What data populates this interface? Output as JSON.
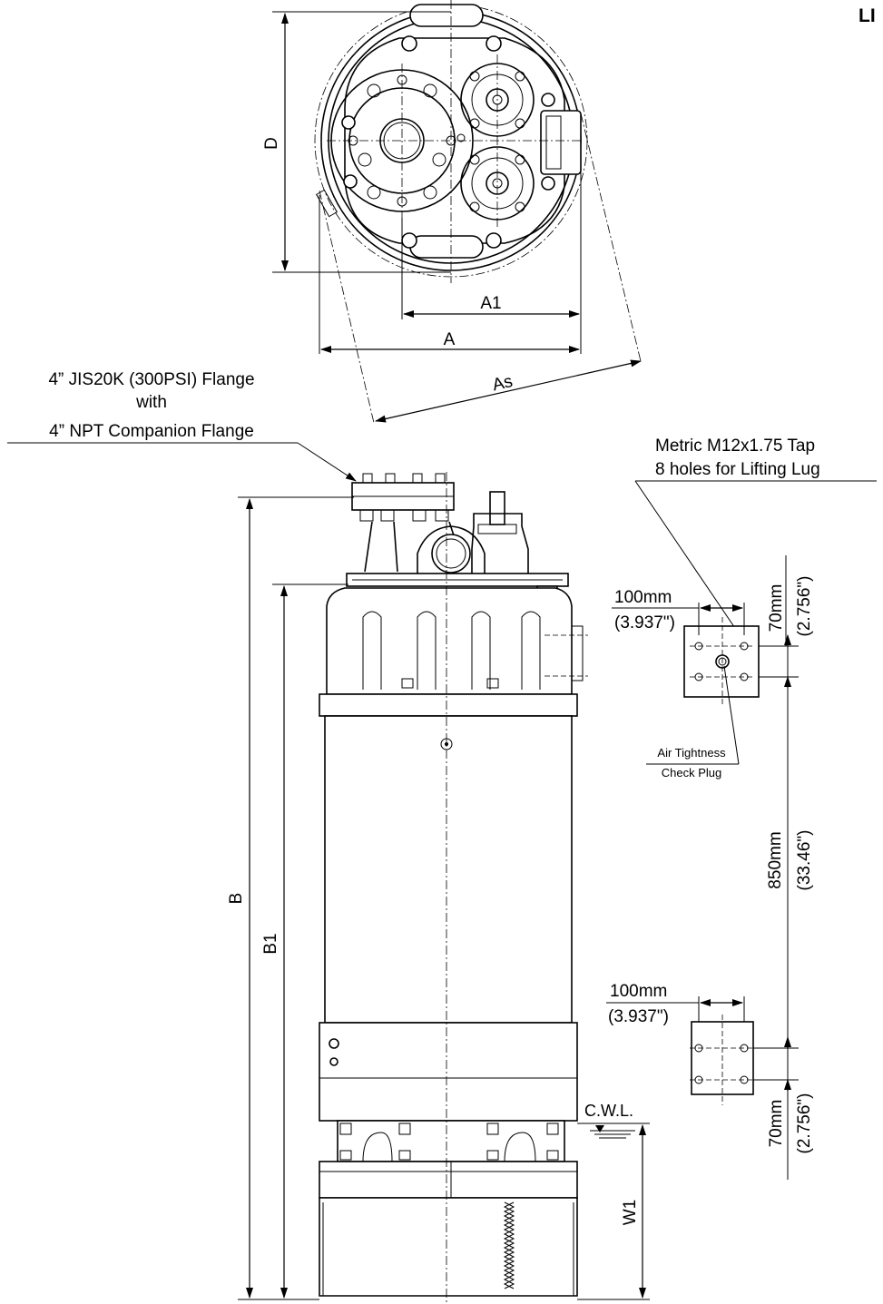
{
  "drawing": {
    "corner_label": "LI",
    "top_view": {
      "dim_D": "D",
      "dim_A1": "A1",
      "dim_A": "A",
      "dim_As": "As"
    },
    "discharge_flange": {
      "line1": "4” JIS20K (300PSI) Flange",
      "line2": "with",
      "line3": "4” NPT Companion Flange"
    },
    "lifting_lug": {
      "line1": "Metric M12x1.75 Tap",
      "line2": "8 holes for Lifting Lug"
    },
    "upper_bracket": {
      "width_mm": "100mm",
      "width_in": "(3.937\")",
      "height_mm": "70mm",
      "height_in": "(2.756\")"
    },
    "air_check": {
      "line1": "Air Tightness",
      "line2": "Check Plug"
    },
    "spacing": {
      "mm": "850mm",
      "in": "(33.46\")"
    },
    "lower_bracket": {
      "width_mm": "100mm",
      "width_in": "(3.937\")",
      "height_mm": "70mm",
      "height_in": "(2.756\")"
    },
    "side_view": {
      "dim_B": "B",
      "dim_B1": "B1",
      "dim_W1": "W1",
      "cwl": "C.W.L."
    }
  }
}
